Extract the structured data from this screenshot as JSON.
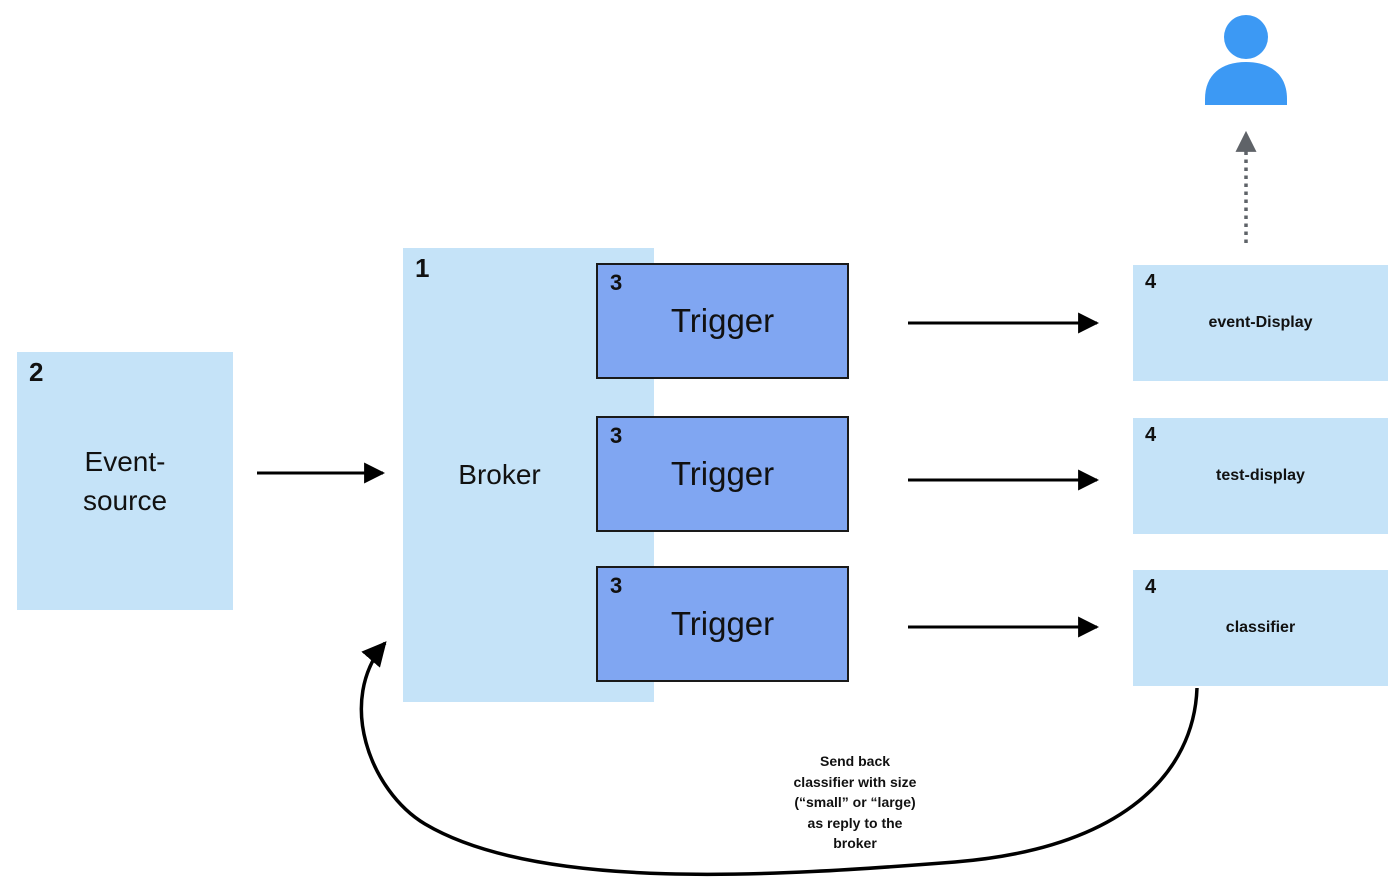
{
  "title": "Knative eventing broker-trigger diagram",
  "colors": {
    "light_box": "#c5e3f8",
    "trigger_box": "#80a6f2",
    "person": "#3c99f4",
    "arrow": "#000000",
    "dashed_arrow": "#5f6368"
  },
  "nodes": {
    "event_source": {
      "number": "2",
      "label": "Event-source"
    },
    "broker": {
      "number": "1",
      "label": "Broker"
    },
    "trigger1": {
      "number": "3",
      "label": "Trigger"
    },
    "trigger2": {
      "number": "3",
      "label": "Trigger"
    },
    "trigger3": {
      "number": "3",
      "label": "Trigger"
    },
    "event_display": {
      "number": "4",
      "label": "event-Display"
    },
    "test_display": {
      "number": "4",
      "label": "test-display"
    },
    "classifier": {
      "number": "4",
      "label": "classifier"
    }
  },
  "annotation": {
    "lines": [
      "Send back",
      "classifier with size",
      "(“small” or “large)",
      "as reply to the",
      "broker"
    ]
  },
  "icons": {
    "person": "user-icon"
  }
}
